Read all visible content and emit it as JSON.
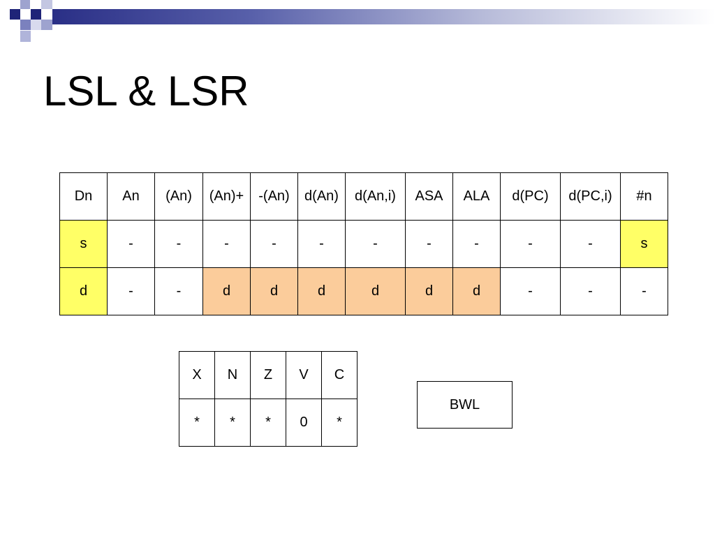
{
  "slide": {
    "title": "LSL & LSR"
  },
  "modes_table": {
    "headers": [
      "Dn",
      "An",
      "(An)",
      "(An)+",
      "-(An)",
      "d(An)",
      "d(An,i)",
      "ASA",
      "ALA",
      "d(PC)",
      "d(PC,i)",
      "#n"
    ],
    "rows": [
      [
        "s",
        "-",
        "-",
        "-",
        "-",
        "-",
        "-",
        "-",
        "-",
        "-",
        "-",
        "s"
      ],
      [
        "d",
        "-",
        "-",
        "d",
        "d",
        "d",
        "d",
        "d",
        "d",
        "-",
        "-",
        "-"
      ]
    ]
  },
  "flags_table": {
    "headers": [
      "X",
      "N",
      "Z",
      "V",
      "C"
    ],
    "values": [
      "*",
      "*",
      "*",
      "0",
      "*"
    ]
  },
  "size_box": {
    "label": "BWL"
  },
  "colors": {
    "source_highlight": "#ffff66",
    "destination_highlight": "#fbcc9b",
    "banner_dark": "#2a2f86",
    "banner_light": "#b7bbd9"
  }
}
